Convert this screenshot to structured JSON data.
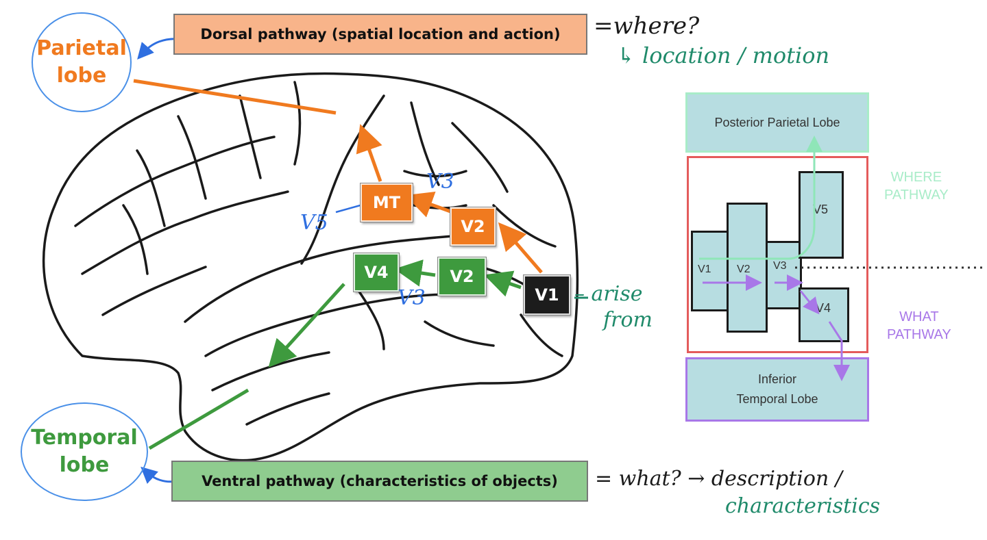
{
  "left": {
    "dorsal_banner": "Dorsal pathway (spatial location and action)",
    "ventral_banner": "Ventral pathway (characteristics of objects)",
    "parietal_label_line1": "Parietal",
    "parietal_label_line2": "lobe",
    "temporal_label_line1": "Temporal",
    "temporal_label_line2": "lobe",
    "areas": {
      "mt": "MT",
      "v2_dorsal": "V2",
      "v4": "V4",
      "v2_ventral": "V2",
      "v1": "V1"
    }
  },
  "annotations": {
    "where": "=where?",
    "location_motion": "↳ location / motion",
    "what": "= what? → description /",
    "characteristics": "characteristics",
    "arise": "– arise",
    "from": "from",
    "v3_upper": "V3",
    "v5": "V5",
    "v3_lower": "V3"
  },
  "right": {
    "posterior_parietal": "Posterior Parietal Lobe",
    "inferior_temporal_line1": "Inferior",
    "inferior_temporal_line2": "Temporal Lobe",
    "where_line1": "WHERE",
    "where_line2": "PATHWAY",
    "what_line1": "WHAT",
    "what_line2": "PATHWAY",
    "boxes": {
      "v1": "V1",
      "v2": "V2",
      "v3": "V3",
      "v4": "V4",
      "v5": "V5"
    }
  },
  "colors": {
    "dorsal": "#f07a1f",
    "ventral": "#3e9a3e",
    "ink_green": "#1f8a6a",
    "ink_blue": "#2f6fe0",
    "where": "#8fe6b8",
    "what": "#a877e8",
    "box_fill": "#b7dde1",
    "red_frame": "#e45b5b"
  }
}
